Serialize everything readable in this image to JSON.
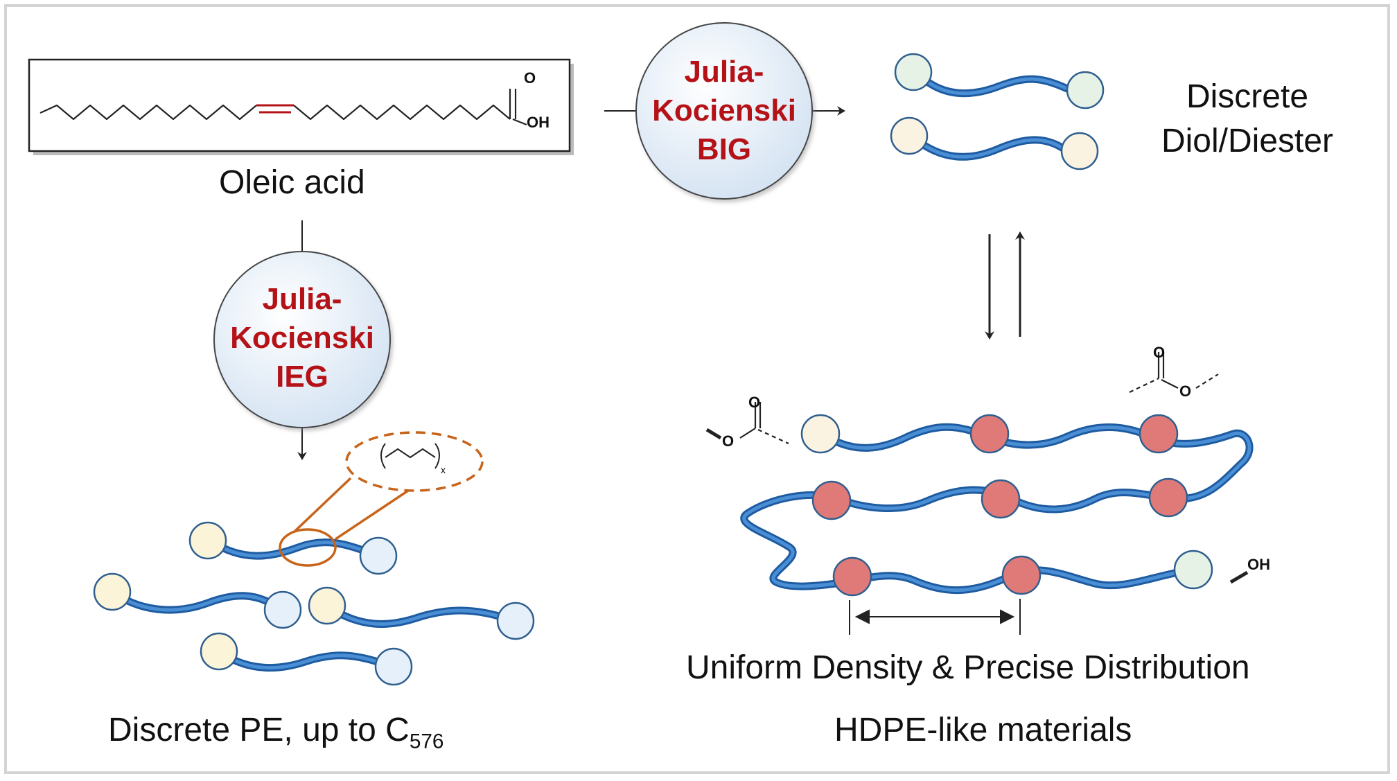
{
  "oleic": {
    "label": "Oleic acid",
    "carbonyl_o": "O",
    "hydroxyl": "OH"
  },
  "top_reaction": {
    "line1": "Julia-",
    "line2": "Kocienski",
    "line3": "BIG"
  },
  "side_reaction": {
    "line1": "Julia-",
    "line2": "Kocienski",
    "line3": "IEG"
  },
  "product_top": {
    "line1": "Discrete",
    "line2": "Diol/Diester"
  },
  "product_left": {
    "label_main": "Discrete PE, up to C",
    "label_sub": "576",
    "repeat_index": "x"
  },
  "product_right": {
    "label1": "Uniform Density & Precise Distribution",
    "label2": "HDPE-like materials",
    "ester_o1": "O",
    "ester_o2": "O",
    "ester_o3": "O",
    "ester_o4": "O",
    "terminal": "OH"
  },
  "colors": {
    "chain": "#2f73c0",
    "chain_dark": "#1e5ba0",
    "accent_red": "#b51218",
    "node_red": "#e07a78",
    "node_cream": "#fbf3e2",
    "node_mint": "#e6f2e6",
    "node_blue": "#e6f0fa",
    "node_yellow": "#fcf4d8",
    "circle_fill": "#dce7f3",
    "callout": "#c8641a"
  }
}
